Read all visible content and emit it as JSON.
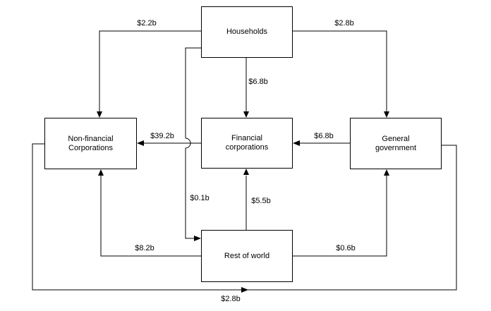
{
  "diagram": {
    "type": "sector-financial-flow-diagram",
    "background_color": "#ffffff",
    "line_color": "#000000",
    "nodes": {
      "households": "Households",
      "non_financial": "Non-financial Corporations",
      "financial": "Financial corporations",
      "government": "General government",
      "rest_of_world": "Rest of world"
    },
    "flows": {
      "households_to_non_financial": {
        "from": "Households",
        "to": "Non-financial Corporations",
        "amount": "$2.2b"
      },
      "households_to_government": {
        "from": "Households",
        "to": "General government",
        "amount": "$2.8b"
      },
      "households_to_financial": {
        "from": "Households",
        "to": "Financial corporations",
        "amount": "$6.8b"
      },
      "financial_to_non_financial": {
        "from": "Financial corporations",
        "to": "Non-financial Corporations",
        "amount": "$39.2b"
      },
      "government_to_financial": {
        "from": "General government",
        "to": "Financial corporations",
        "amount": "$6.8b"
      },
      "households_to_rest_of_world": {
        "from": "Households",
        "to": "Rest of world",
        "amount": "$0.1b"
      },
      "rest_of_world_to_financial": {
        "from": "Rest of world",
        "to": "Financial corporations",
        "amount": "$5.5b"
      },
      "rest_of_world_to_non_financial": {
        "from": "Rest of world",
        "to": "Non-financial Corporations",
        "amount": "$8.2b"
      },
      "rest_of_world_to_government": {
        "from": "Rest of world",
        "to": "General government",
        "amount": "$0.6b"
      },
      "non_financial_to_government": {
        "from": "Non-financial Corporations",
        "to": "General government",
        "amount": "$2.8b"
      }
    }
  }
}
